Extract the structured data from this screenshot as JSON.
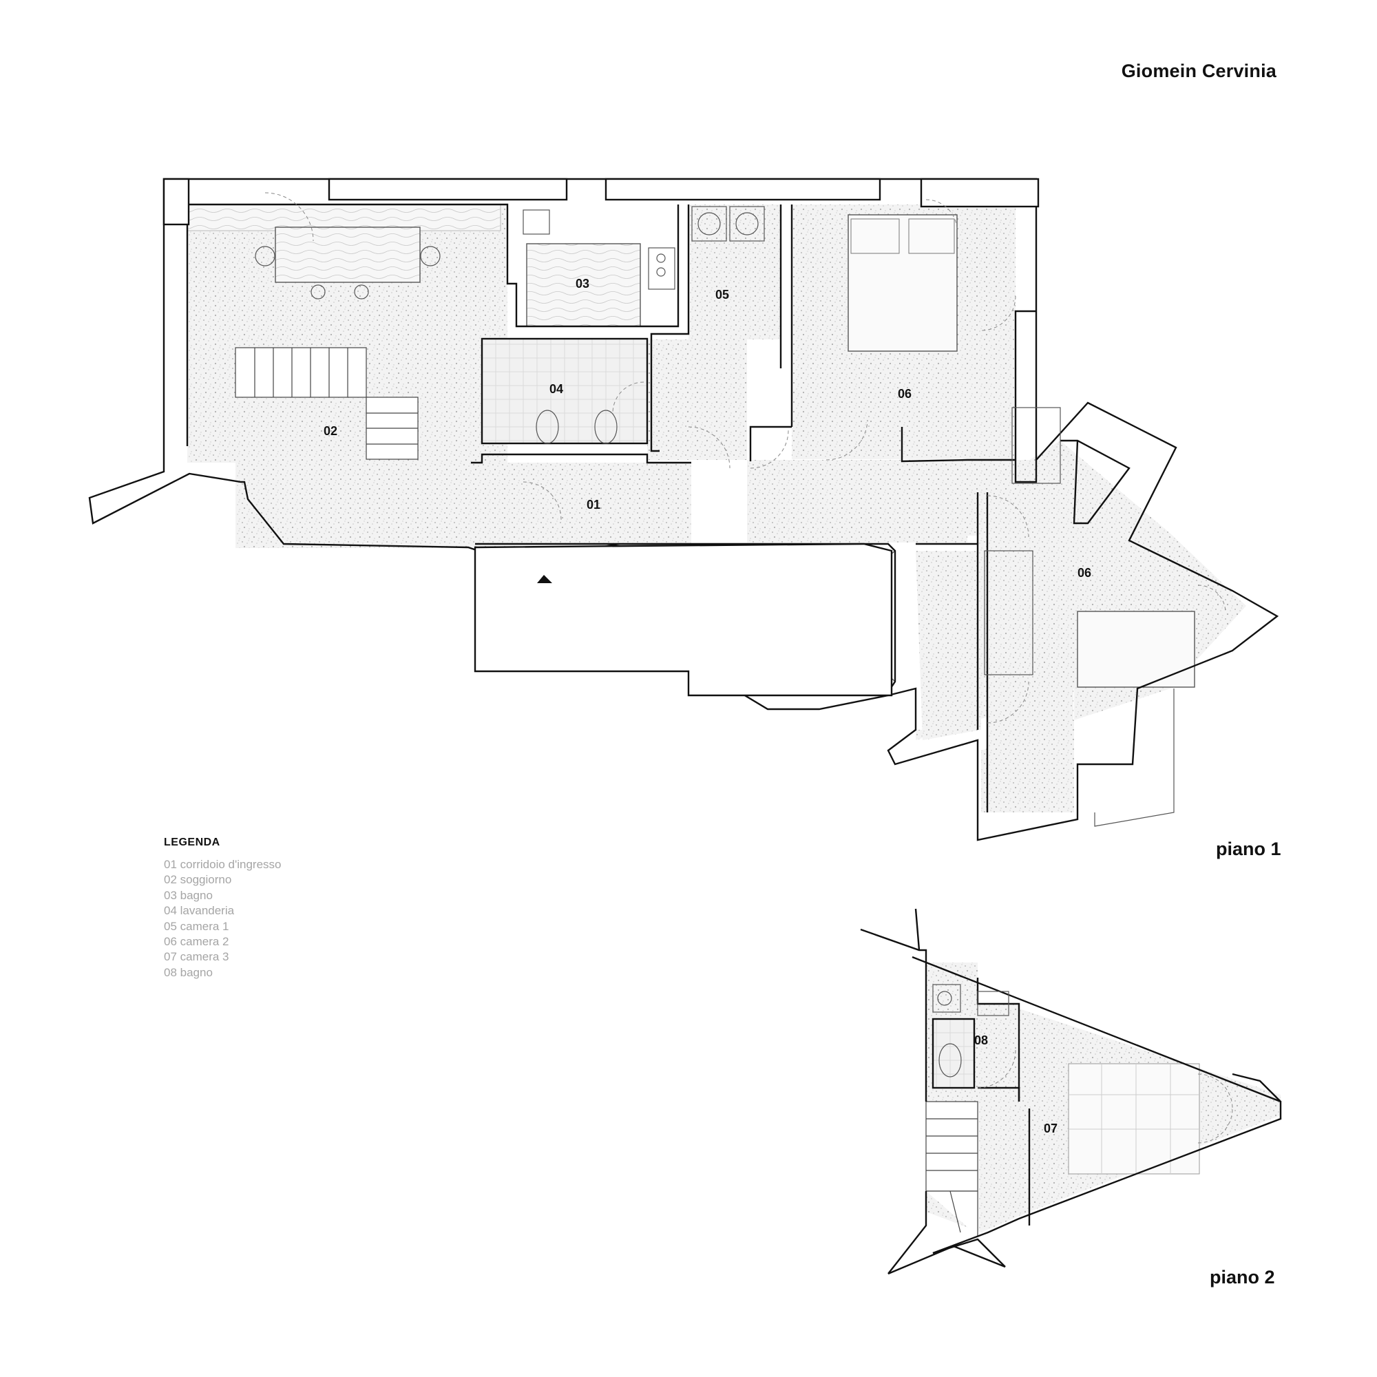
{
  "title": "Giomein Cervinia",
  "floors": {
    "floor1": {
      "label": "piano 1"
    },
    "floor2": {
      "label": "piano 2"
    }
  },
  "legend": {
    "title": "LEGENDA",
    "items": [
      "01 corridoio d'ingresso",
      "02 soggiorno",
      "03 bagno",
      "04 lavanderia",
      "05 camera 1",
      "06 camera 2",
      "07 camera 3",
      "08 bagno"
    ]
  },
  "rooms": {
    "r01": "01",
    "r02": "02",
    "r03": "03",
    "r04": "04",
    "r05": "05",
    "r06a": "06",
    "r06b": "06",
    "r07": "07",
    "r08": "08"
  },
  "colors": {
    "wall": "#111111",
    "floor_fill": "#ececec",
    "speckle": "#bdbdbd",
    "text_muted": "#a5a5a5"
  }
}
